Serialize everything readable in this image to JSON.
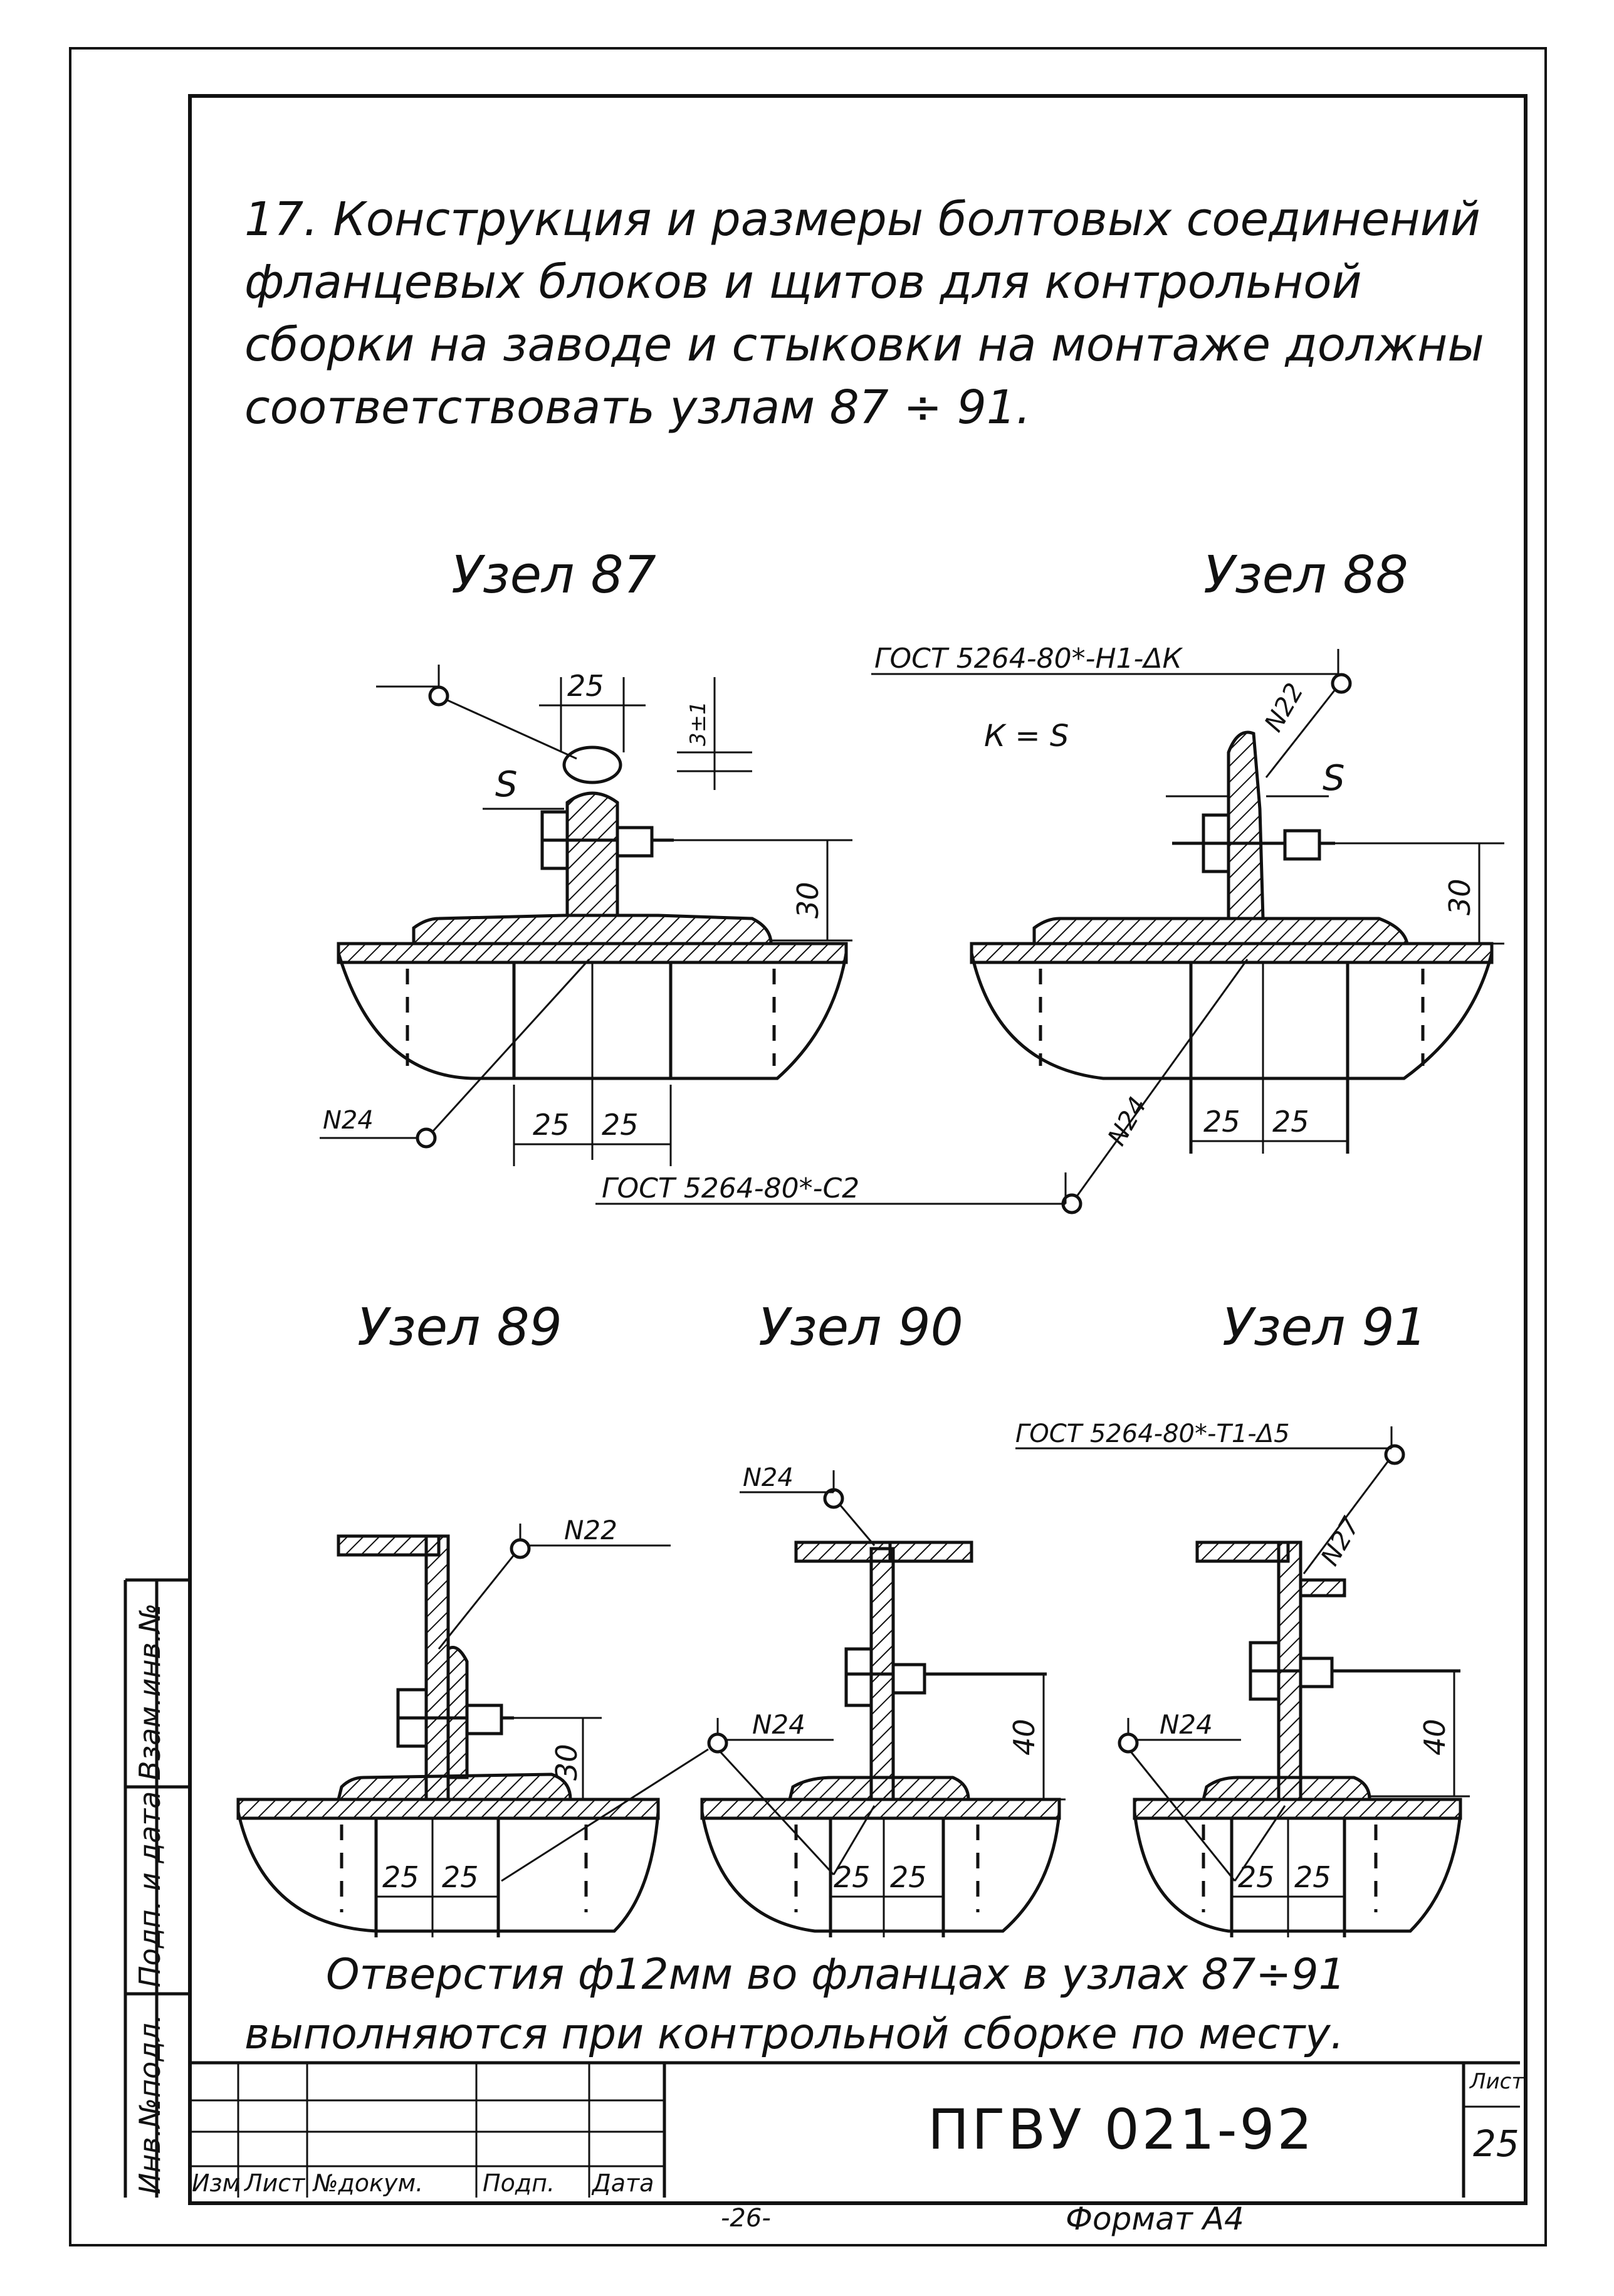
{
  "text": {
    "paragraph": "17. Конструкция и размеры болтовых соединений фланцевых блоков и щитов для контрольной сборки на заводе и стыковки на монтаже должны соответствовать узлам 87 ÷ 91.",
    "node87": "Узел 87",
    "node88": "Узел 88",
    "node89": "Узел 89",
    "node90": "Узел 90",
    "node91": "Узел 91",
    "note_line1": "Отверстия ф12мм во фланцах в узлах 87÷91",
    "note_line2": "выполняются при контрольной сборке по месту."
  },
  "drawing": {
    "gost_h1": "ГОСТ 5264-80*-Н1-ΔК",
    "k_eq_s": "К = S",
    "gost_c2": "ГОСТ 5264-80*-С2",
    "gost_t1": "ГОСТ 5264-80*-Т1-Δ5",
    "s": "S",
    "dim_25": "25",
    "dim_3": "3±1",
    "dim_30": "30",
    "dim_40": "40",
    "n22": "N22",
    "n24": "N24",
    "n27": "N27"
  },
  "side_stamp": {
    "inv_orig": "Инв.№подл.",
    "sign_date": "Подп. и дата",
    "vzam_inv": "Взам.инв.№"
  },
  "title_block": {
    "designation": "ПГВУ 021-92",
    "sheet_label": "Лист",
    "sheet_number": "25",
    "col_izm": "Изм",
    "col_list": "Лист",
    "col_doc": "№докум.",
    "col_sign": "Подп.",
    "col_date": "Дата",
    "page_number": "-26-",
    "format": "Формат А4"
  }
}
